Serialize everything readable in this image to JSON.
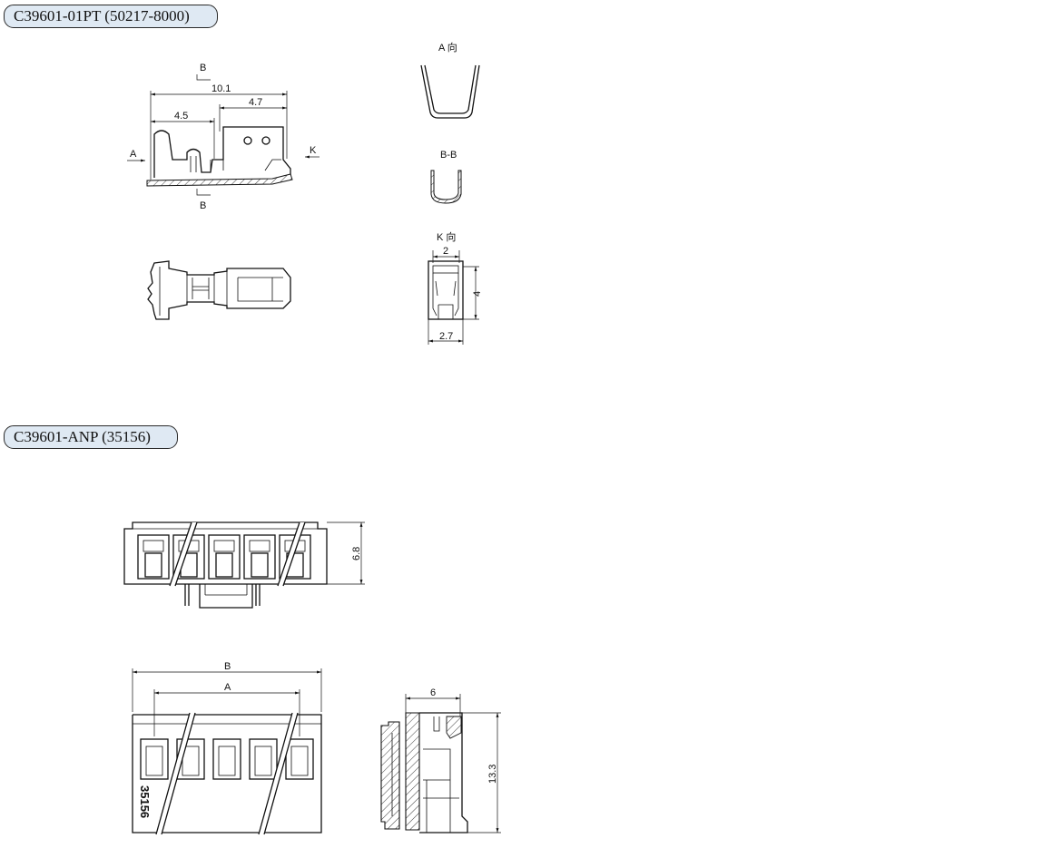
{
  "sections": [
    {
      "title": "C39601-01PT (50217-8000)"
    },
    {
      "title": "C39601-ANP (35156)"
    }
  ],
  "terminal": {
    "section_mark": "B",
    "view_arrow_a": "A",
    "view_arrow_k": "K",
    "dim_overall": "10.1",
    "dim_left": "4.5",
    "dim_right": "4.7",
    "view_a_title": "A 向",
    "view_bb_title": "B-B",
    "view_k_title": "K 向",
    "dim_k_inner_width": "2",
    "dim_k_height": "4",
    "dim_k_outer_width": "2.7"
  },
  "housing": {
    "dim_height_top": "6.8",
    "dim_b": "B",
    "dim_a": "A",
    "part_mark": "35156",
    "dim_depth": "6",
    "dim_height_side": "13.3"
  }
}
